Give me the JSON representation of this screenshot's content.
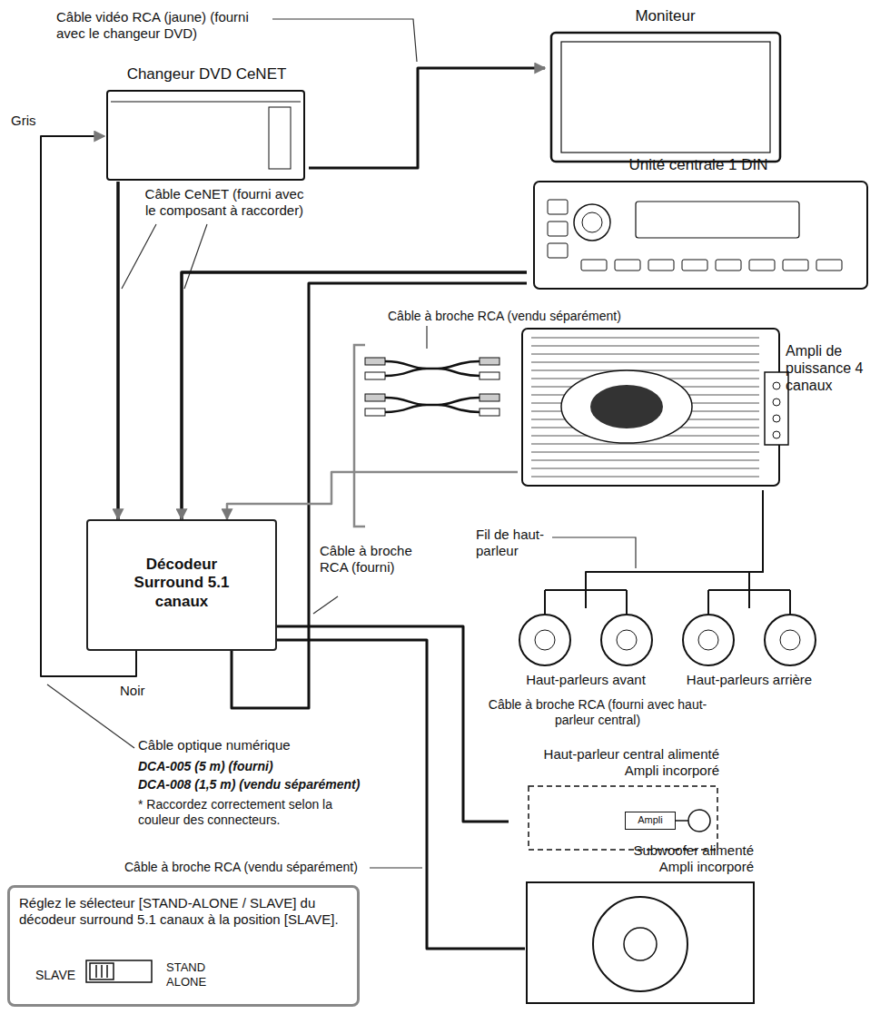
{
  "diagram": {
    "nodes": [
      {
        "text": [
          "Moniteur"
        ]
      },
      {
        "text": [
          "Changeur DVD CeNET"
        ]
      },
      {
        "text": [
          "Unité centrale 1 DIN"
        ]
      },
      {
        "text": [
          "Décodeur Surround 5.1 canaux"
        ]
      },
      {
        "text": [
          "Ampli de puissance 4 canaux"
        ]
      },
      {
        "text": [
          "Haut-parleurs avant"
        ]
      },
      {
        "text": [
          "Haut-parleurs arrière"
        ]
      },
      {
        "text": [
          "Haut-parleur central alimenté Ampli incorporé"
        ]
      },
      {
        "text": [
          "Ampli"
        ],
        "in": 7
      },
      {
        "text": [
          "Subwoofer alimenté Ampli incorporé"
        ]
      },
      {
        "text": [
          "Réglez le sélecteur [STAND-ALONE / SLAVE] du décodeur surround 5.1 canaux à la position [SLAVE].",
          "SLAVE",
          "STAND ALONE"
        ]
      }
    ],
    "edges": [
      {
        "from": 1,
        "to": 0,
        "arrow": "to",
        "label": "Câble vidéo RCA (jaune) (fourni avec le changeur DVD)"
      },
      {
        "from": 1,
        "to": 3,
        "arrow": "to"
      },
      {
        "from": 2,
        "to": 3,
        "arrow": "to"
      },
      {
        "from": 3,
        "to": 2,
        "arrow": "none",
        "label": "Câble à broche RCA (fourni)"
      },
      {
        "from": 3,
        "to": 1,
        "arrow": "to"
      },
      {
        "from": 4,
        "to": 3,
        "arrow": "to",
        "label": "Câble à broche RCA (vendu séparément)"
      },
      {
        "from": 4,
        "to": 5,
        "arrow": "none"
      },
      {
        "from": 4,
        "to": 6,
        "arrow": "none"
      },
      {
        "from": 3,
        "to": 7,
        "arrow": "none",
        "label": "Câble à broche RCA (fourni avec haut-parleur central)"
      },
      {
        "from": 3,
        "to": 9,
        "arrow": "none",
        "label": "Câble à broche RCA (vendu séparément)"
      }
    ],
    "labels": [
      "Câble CeNET (fourni avec le composant à raccorder)",
      "Gris",
      "Noir",
      "Fil de haut-parleur",
      "Câble optique numérique",
      "DCA-005 (5 m) (fourni)",
      "DCA-008 (1,5 m) (vendu séparément)",
      "* Raccordez correctement selon la couleur des connecteurs."
    ]
  }
}
